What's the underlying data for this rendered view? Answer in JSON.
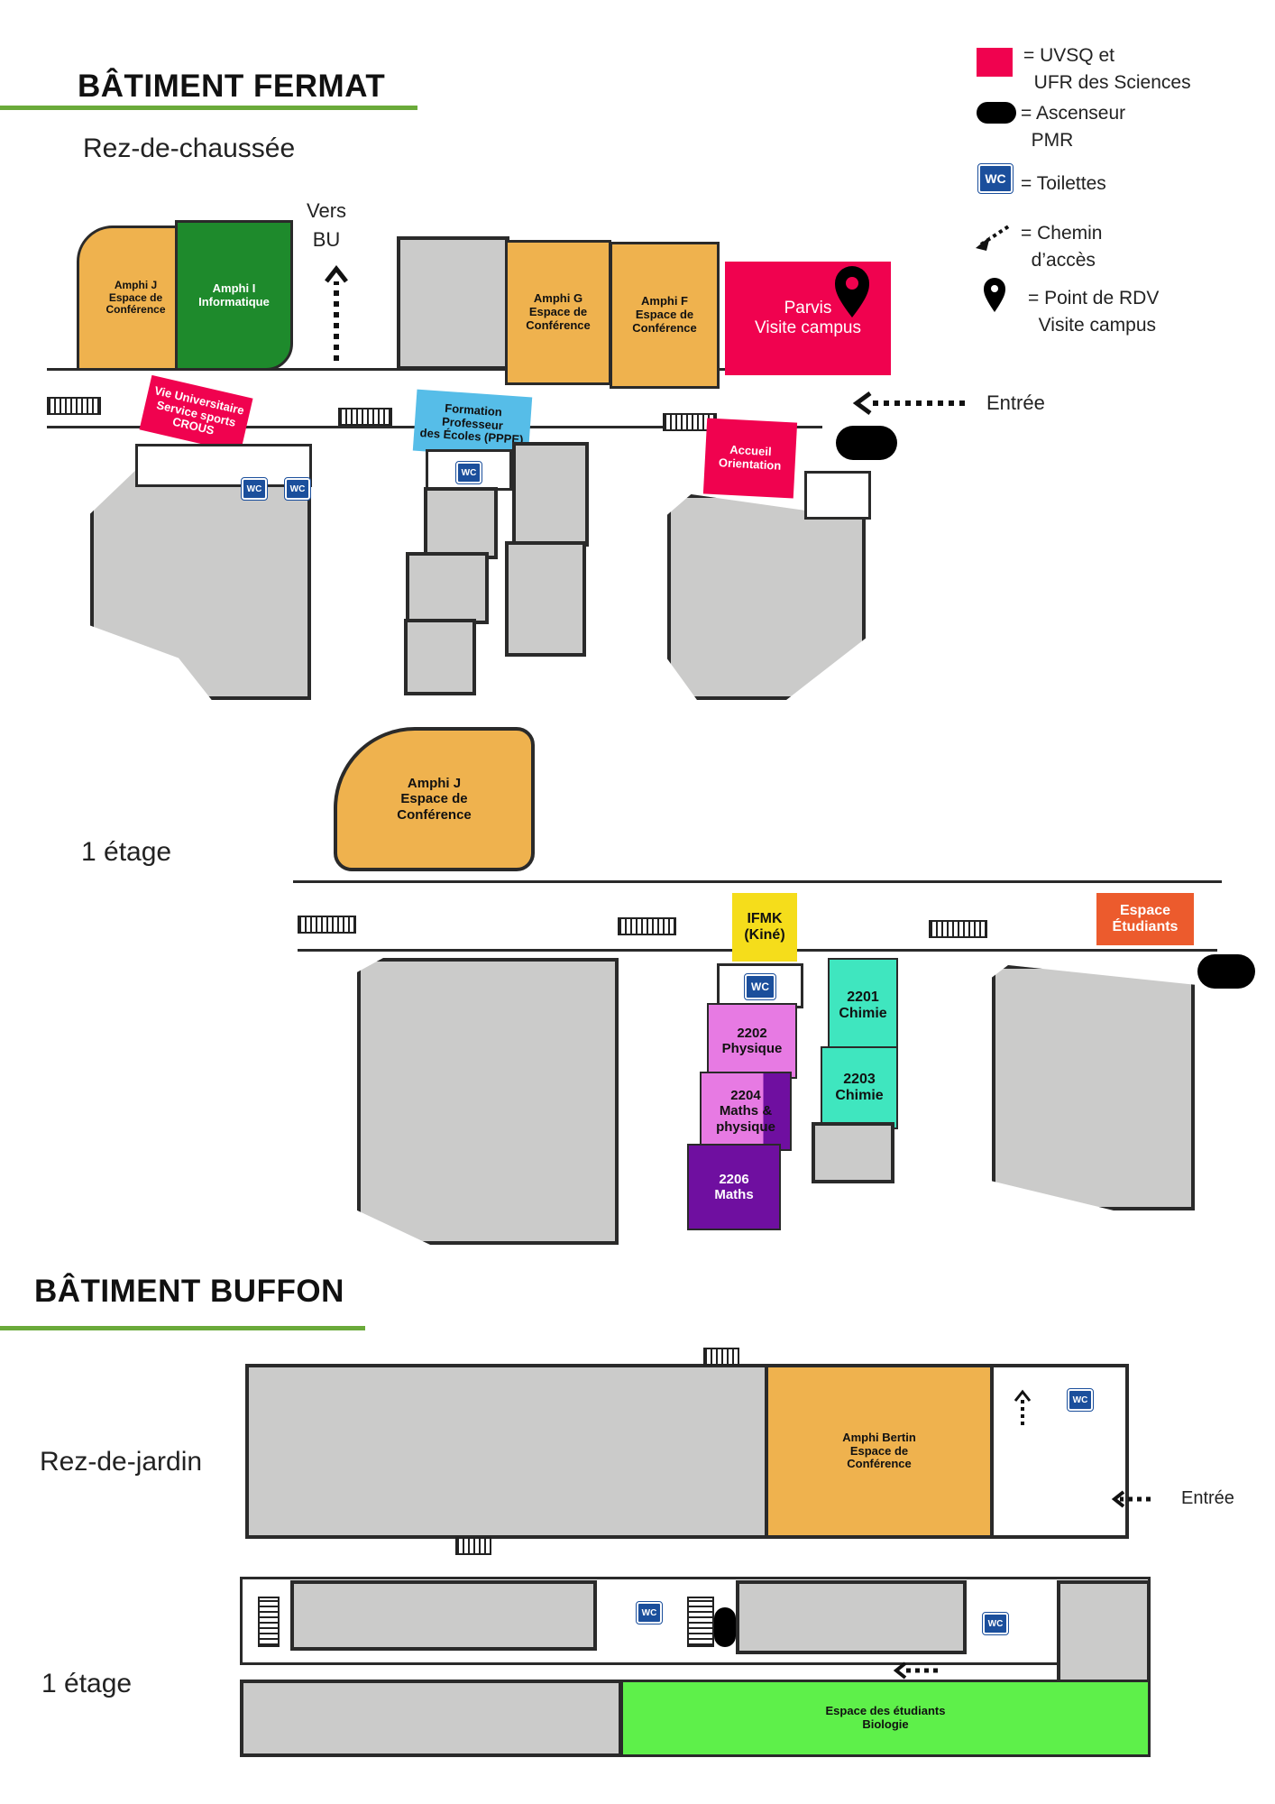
{
  "fermat": {
    "title": "BÂTIMENT FERMAT",
    "rdc_label": "Rez-de-chaussée",
    "etage_label": "1 étage",
    "vers_bu": "Vers\nBU",
    "entree": "Entrée",
    "rdc_rooms": {
      "amphi_j": "Amphi J\nEspace de\nConférence",
      "amphi_i": "Amphi I\nInformatique",
      "amphi_g": "Amphi G\nEspace de\nConférence",
      "amphi_f": "Amphi F\nEspace de\nConférence",
      "parvis": "Parvis\nVisite campus",
      "vie_univ": "Vie Universitaire\nService sports\nCROUS",
      "pppe": "Formation\nProfesseur\ndes Écoles (PPPE)",
      "accueil": "Accueil\nOrientation"
    },
    "etage_rooms": {
      "amphi_j": "Amphi J\nEspace de\nConférence",
      "ifmk": "IFMK\n(Kiné)",
      "espace_etudiants": "Espace\nÉtudiants",
      "r2201": "2201\nChimie",
      "r2202": "2202\nPhysique",
      "r2203": "2203\nChimie",
      "r2204": "2204\nMaths &\nphysique",
      "r2206": "2206\nMaths"
    }
  },
  "buffon": {
    "title": "BÂTIMENT BUFFON",
    "rdj_label": "Rez-de-jardin",
    "etage_label": "1 étage",
    "entree": "Entrée",
    "amphi_bertin": "Amphi Bertin\nEspace de\nConférence",
    "espace_bio": "Espace des étudiants\nBiologie"
  },
  "legend": {
    "uvsq": "= UVSQ et\n  UFR des Sciences",
    "ascenseur": "= Ascenseur\n  PMR",
    "toilettes": "= Toilettes",
    "chemin": "= Chemin\n  d’accès",
    "rdv": "= Point de RDV\n  Visite campus"
  },
  "wc_label": "WC",
  "colors": {
    "uvsq_red": "#f0024f",
    "amphi_orange": "#efb24e",
    "informatique_green": "#1e8a2c",
    "pppe_blue": "#56bde8",
    "ifmk_yellow": "#f5dd1b",
    "espace_orange": "#ec5b2d",
    "chimie_teal": "#3fe6bf",
    "physique_pink": "#e77ae3",
    "maths_purple": "#6f0fa0",
    "biologie_green": "#5ef04a",
    "building_gray": "#cbcbca",
    "accent_green": "#6aaa3a"
  }
}
